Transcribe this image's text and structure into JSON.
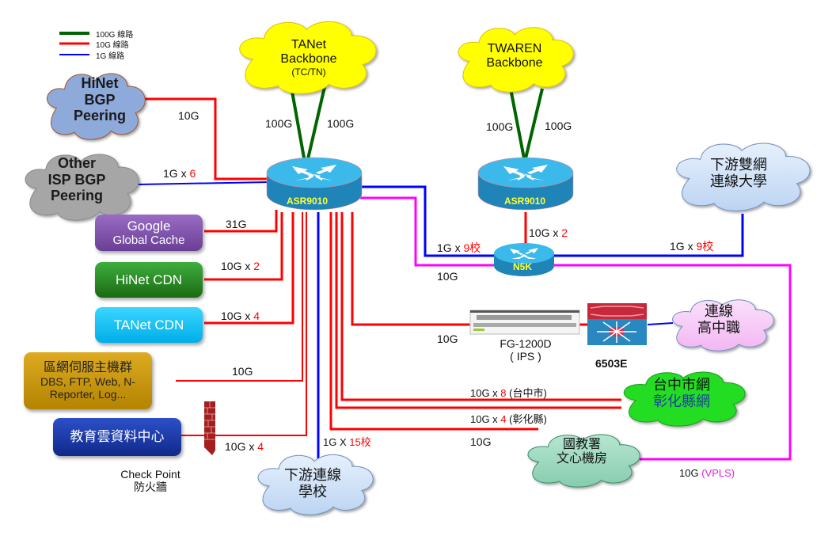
{
  "legend": [
    {
      "label": "100G 線路",
      "color": "#006400"
    },
    {
      "label": "10G 線路",
      "color": "#ff0000"
    },
    {
      "label": "1G 線路",
      "color": "#0000ff"
    }
  ],
  "colors": {
    "link_100g": "#006400",
    "link_10g": "#ff0000",
    "link_1g": "#0000ff",
    "link_vpls": "#ff00ff",
    "router_top": "#35b8e8",
    "router_side": "#1f7fb0",
    "router_label": "#ffff33"
  },
  "clouds": {
    "tanet_backbone": {
      "line1": "TANet",
      "line2": "Backbone",
      "line3": "(TC/TN)"
    },
    "twaren_backbone": {
      "line1": "TWAREN",
      "line2": "Backbone"
    },
    "hinet_bgp": {
      "line1": "HiNet",
      "line2": "BGP",
      "line3": "Peering"
    },
    "other_isp_bgp": {
      "line1": "Other",
      "line2": "ISP BGP",
      "line3": "Peering"
    },
    "dual_homed_univ": {
      "line1": "下游雙網",
      "line2": "連線大學"
    },
    "high_schools": {
      "line1": "連線",
      "line2": "高中職"
    },
    "city_networks": {
      "line1": "台中市網",
      "line2": "彰化縣網"
    },
    "k12_datacenter": {
      "line1": "國教署",
      "line2": "文心機房"
    },
    "downstream_schools": {
      "line1": "下游連線",
      "line2": "學校"
    }
  },
  "boxes": {
    "google_cache": {
      "line1": "Google",
      "line2": "Global Cache"
    },
    "hinet_cdn": {
      "label": "HiNet CDN"
    },
    "tanet_cdn": {
      "label": "TANet CDN"
    },
    "server_cluster": {
      "line1": "區網伺服主機群",
      "line2": "DBS, FTP, Web, N-",
      "line3": "Reporter, Log..."
    },
    "edu_cloud": {
      "label": "教育雲資料中心"
    }
  },
  "devices": {
    "asr_main": {
      "label": "ASR9010"
    },
    "asr_twaren": {
      "label": "ASR9010"
    },
    "n5k": {
      "label": "N5K"
    },
    "fortigate": {
      "line1": "FG-1200D",
      "line2": "( IPS )"
    },
    "cat6503": {
      "label": "6503E"
    },
    "checkpoint": {
      "line1": "Check Point",
      "line2": "防火牆"
    }
  },
  "links": {
    "tanet_a": "100G",
    "tanet_b": "100G",
    "twaren_a": "100G",
    "twaren_b": "100G",
    "hinet_bgp": "10G",
    "other_isp": {
      "base": "1G x ",
      "count": "6"
    },
    "google": "31G",
    "hinet_cdn": {
      "base": "10G x ",
      "count": "2"
    },
    "tanet_cdn": {
      "base": "10G x ",
      "count": "4"
    },
    "server": "10G",
    "checkpoint": {
      "base": "10G x ",
      "count": "4"
    },
    "downstream": {
      "base": "1G X ",
      "count": "15校"
    },
    "twaren_n5k": {
      "base": "10G x ",
      "count": "2"
    },
    "asr_n5k_1g": {
      "base": "1G x ",
      "count": "9校"
    },
    "asr_n5k_10g": "10G",
    "n5k_univ": {
      "base": "1G x ",
      "count": "9校"
    },
    "fortigate": "10G",
    "taichung": {
      "base": "10G x ",
      "count": "8",
      "suffix": " (台中市)"
    },
    "changhua": {
      "base": "10G x ",
      "count": "4",
      "suffix": " (彰化縣)"
    },
    "k12": "10G",
    "vpls": {
      "base": "10G ",
      "tag": "(VPLS)"
    }
  }
}
